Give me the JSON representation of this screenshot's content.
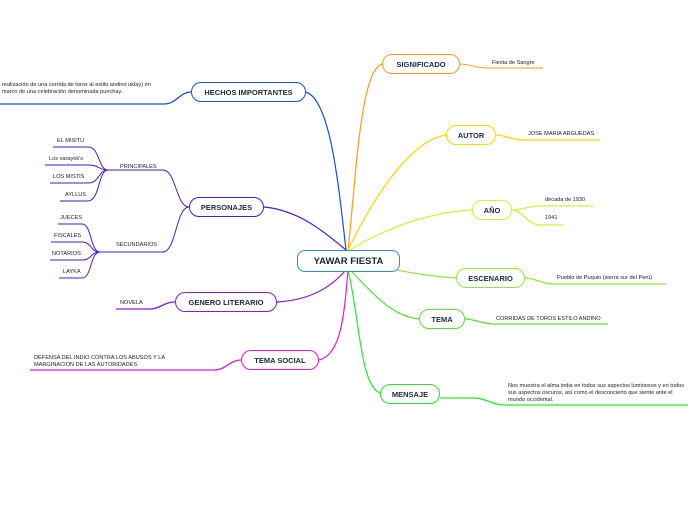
{
  "central": {
    "label": "YAWAR FIESTA",
    "color": "#2a8fd6"
  },
  "branches": {
    "significado": {
      "label": "SIGNIFICADO",
      "color": "#ff9a1a",
      "leaf": "Fiesta de Sangre"
    },
    "autor": {
      "label": "AUTOR",
      "color": "#ffd500",
      "leaf": "JOSE MARIA ARGUEDAS"
    },
    "anio": {
      "label": "AÑO",
      "color": "#d4f03a",
      "leaves": [
        "década de 1930",
        "1941"
      ]
    },
    "escenario": {
      "label": "ESCENARIO",
      "color": "#8fe83a",
      "leaf": "Pueblo de Puquio (sierra sur del Perú)"
    },
    "tema": {
      "label": "TEMA",
      "color": "#55e035",
      "leaf": "CORRIDAS DE TOROS ESTILO ANDINO"
    },
    "mensaje": {
      "label": "MENSAJE",
      "color": "#2ce42c",
      "leaf": "Nos muestra el alma india en todos sus aspectos luminosos y en todos sus aspectos oscuros, así como el desconcierto que siente ante el mundo occidental."
    },
    "hechos": {
      "label": "HECHOS IMPORTANTES",
      "color": "#1a4fd6",
      "leaf": "la realización de una corrida de toros al estilo andino uklay) en el marco de una celebración denominada punchay."
    },
    "personajes": {
      "label": "PERSONAJES",
      "color": "#4a1ad6",
      "principales": {
        "label": "PRINCIPALES",
        "items": [
          "EL MISITU",
          "Los varayok's",
          "LOS MISTIS",
          "AYLLUS"
        ]
      },
      "secundarios": {
        "label": "SECUNDARIOS",
        "items": [
          "JUECES",
          "FISCALES",
          "NOTARIOS",
          "LAYKA"
        ]
      }
    },
    "genero": {
      "label": "GENERO LITERARIO",
      "color": "#8a1ad6",
      "leaf": "NOVELA"
    },
    "tema_social": {
      "label": "TEMA SOCIAL",
      "color": "#e01ad6",
      "leaf": "DEFENSA DEL INDIO CONTRA LOS ABUSOS Y LA MARGINACION DE LAS AUTORIDADES"
    }
  }
}
